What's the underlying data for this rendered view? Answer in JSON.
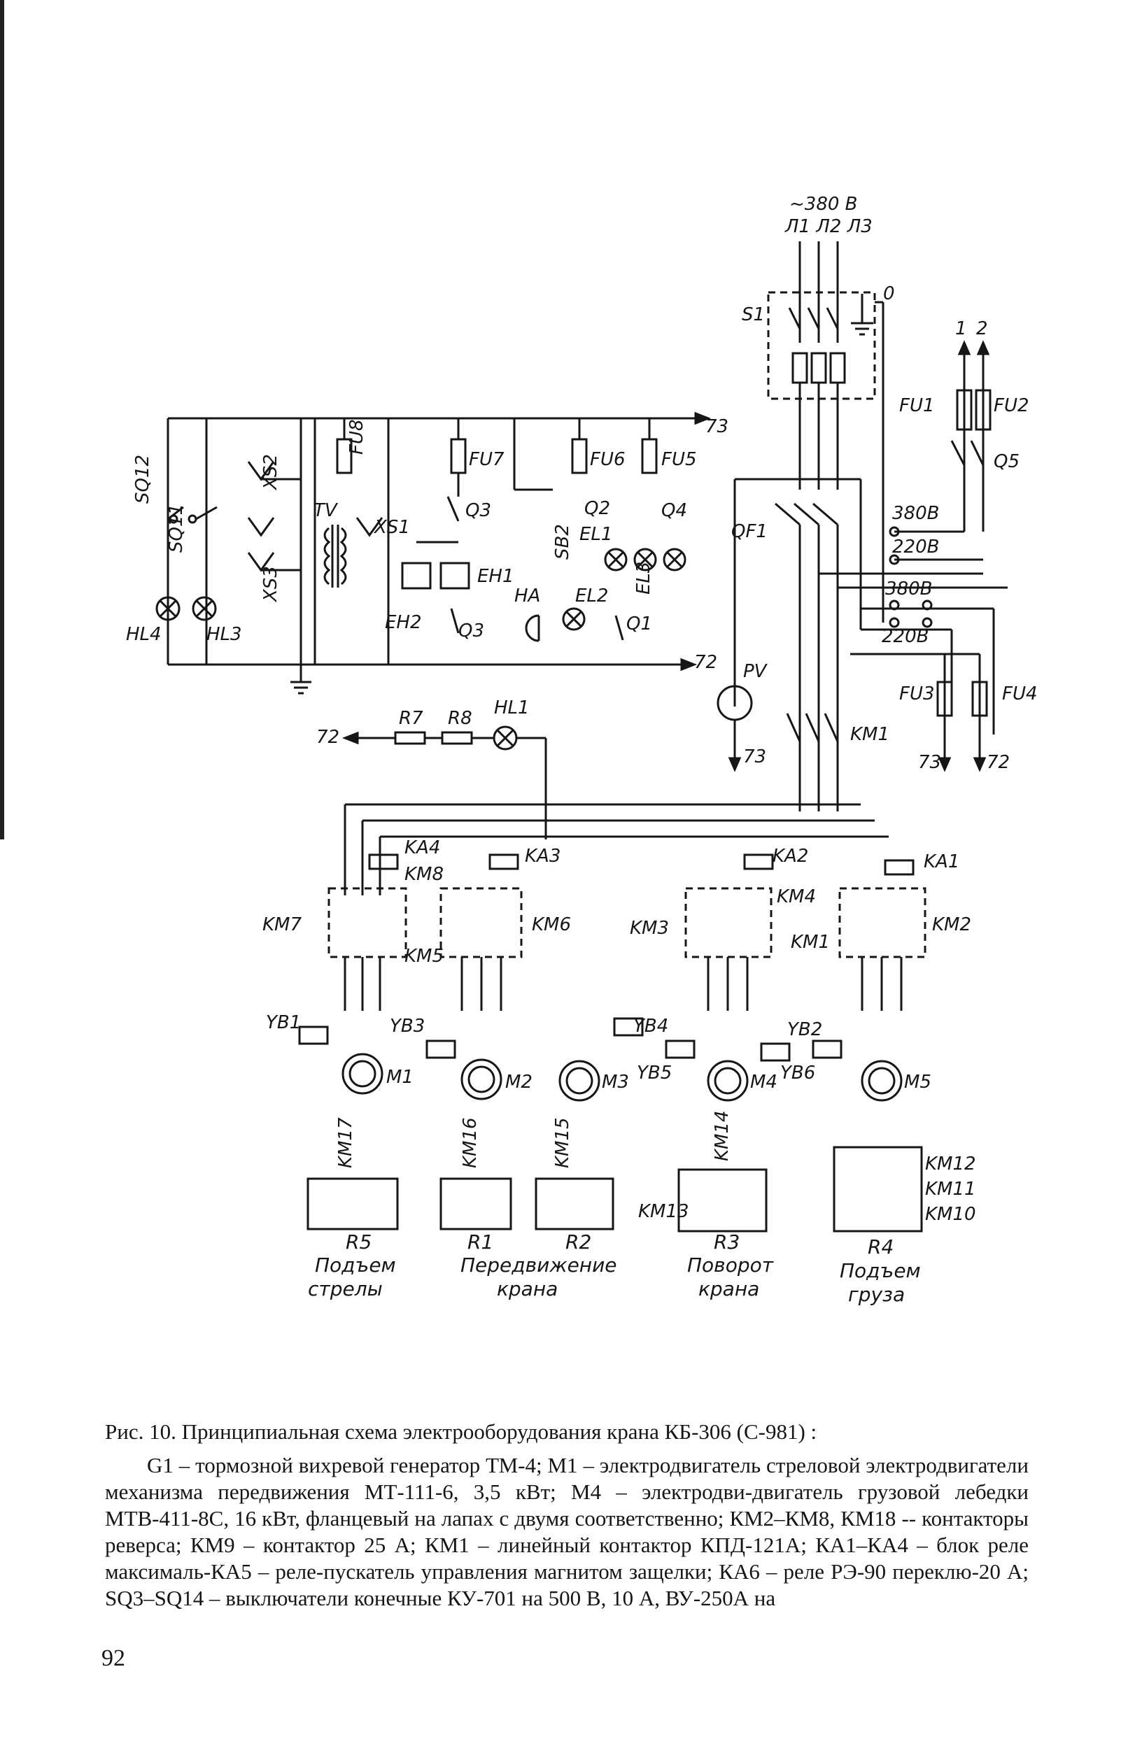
{
  "diagram": {
    "supply": {
      "voltage": "~380 В",
      "phases": "Л1 Л2 Л3",
      "zero": "0"
    },
    "labels": {
      "S1": "S1",
      "FU1": "FU1",
      "FU2": "FU2",
      "Q5": "Q5",
      "out1": "1",
      "out2": "2",
      "QF1": "QF1",
      "v380a": "380В",
      "v220a": "220В",
      "v380b": "380В",
      "v220b": "220В",
      "FU3": "FU3",
      "FU4": "FU4",
      "PV": "PV",
      "KM1_main": "KM1",
      "n73_top": "73",
      "n72_mid": "72",
      "n73_pv": "73",
      "n73_fu": "73",
      "n72_fu": "72",
      "n72_lamp": "72",
      "SQ12": "SQ12",
      "SQ11": "SQ11",
      "HL4": "HL4",
      "HL3": "HL3",
      "XS2": "XS2",
      "XS3": "XS3",
      "TV": "TV",
      "XS1": "XS1",
      "FU8": "FU8",
      "FU7": "FU7",
      "FU6": "FU6",
      "FU5": "FU5",
      "Q3a": "Q3",
      "Q3b": "Q3",
      "Q2": "Q2",
      "Q4": "Q4",
      "Q1": "Q1",
      "SB2": "SB2",
      "EH1": "EH1",
      "EH2": "EH2",
      "HA": "HA",
      "EL1": "EL1",
      "EL2": "EL2",
      "EL3": "EL3",
      "R7": "R7",
      "R8": "R8",
      "HL1": "HL1",
      "KA4": "KA4",
      "KA3": "KA3",
      "KA2": "KA2",
      "KA1": "KA1",
      "KM8": "KM8",
      "KM7": "KM7",
      "KM5": "KM5",
      "KM6": "KM6",
      "KM4": "KM4",
      "KM3": "KM3",
      "KM1": "KM1",
      "KM2": "KM2",
      "YB1": "YB1",
      "YB3": "YB3",
      "YB4": "YB4",
      "YB2": "YB2",
      "YB5": "YB5",
      "YB6": "YB6",
      "M1": "M1",
      "M2": "M2",
      "M3": "M3",
      "M4": "M4",
      "M5": "M5",
      "KM17": "KM17",
      "KM16": "KM16",
      "KM15": "KM15",
      "KM14": "KM14",
      "KM13": "KM13",
      "KM12": "KM12",
      "KM11": "KM11",
      "KM10": "KM10"
    },
    "groups": [
      {
        "resistor": "R5",
        "name1": "Подъем",
        "name2": "стрелы"
      },
      {
        "resistor": "R1",
        "name1": "Передвижение",
        "name2": "крана"
      },
      {
        "resistor": "R2"
      },
      {
        "resistor": "R3",
        "name1": "Поворот",
        "name2": "крана"
      },
      {
        "resistor": "R4",
        "name1": "Подъем",
        "name2": "груза"
      }
    ]
  },
  "caption": {
    "title": "Рис. 10. Принципиальная схема электрооборудования крана КБ-306 (С-981) :",
    "body": "G1 – тормозной вихревой генератор ТМ-4; М1 – электродвигатель стреловой электродвигатели механизма передвижения МТ-111-6, 3,5 кВт; М4 – электродви-двигатель грузовой лебедки МТВ-411-8С, 16 кВт, фланцевый на лапах с двумя соответственно; КМ2–КМ8, КМ18 -- контакторы реверса; КМ9 – контактор 25 А; КМ1 – линейный контактор КПД-121А; КА1–КА4 – блок реле максималь-КА5 – реле-пускатель управления магнитом защелки; КА6 – реле РЭ-90 переклю-20 А; SQ3–SQ14 – выключатели конечные КУ-701 на 500 В, 10 А, ВУ-250А на"
  },
  "page_number": "92"
}
